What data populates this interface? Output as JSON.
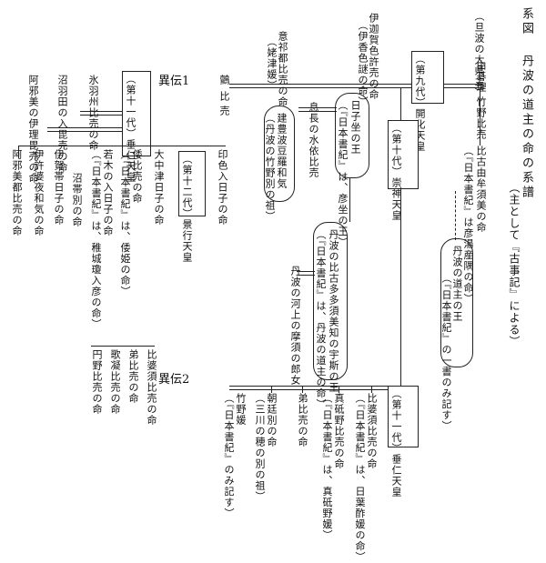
{
  "title": {
    "label": "系図",
    "main": "丹波の道主の命の系譜",
    "note": "（主として『古事記』による）"
  },
  "top_left": {
    "name": "（旦波の大県主）",
    "sub": "由碁理",
    "child": "竹野比売"
  },
  "right_col": [
    "比古由牟須美の命",
    "（『日本書紀』は彦湯産隅の命）",
    "丹波の道主の王",
    "（『日本書紀』の一書のみ記す）"
  ],
  "kaika": {
    "label": "（第九代）開化天皇"
  },
  "kaika_wives": [
    "伊迦賀色許売の命",
    "（伊香色謎の命）",
    "意祁都比売の命",
    "（姥津媛）"
  ],
  "row_labels": [
    "鸇",
    "比",
    "売"
  ],
  "hiko_imasu": [
    "日子坐の王",
    "（『日本書紀』は、彦坐の王）"
  ],
  "sujin": {
    "label": "（第十代）崇神天皇"
  },
  "okinaga": [
    "息長の水依比売"
  ],
  "takeuchi": [
    "建豊波豆羅和気",
    "（丹波の竹野別の祖）"
  ],
  "tanba_hiko": [
    "丹波の比古多多須美知の宇斯の王",
    "（『日本書紀』は、丹波の道主の命）"
  ],
  "kawakami": [
    "丹波の河上の摩須の郎女"
  ],
  "suinin": {
    "label": "（第十一代）垂仁天皇"
  },
  "bottom_children": [
    "竹野媛",
    "（『日本書紀』のみ記す）",
    "朝廷別の命",
    "（三川の穂の別の祖）",
    "弟比売の命",
    "真砥野比売の命",
    "（『日本書紀』は、真砥野媛）",
    "比婆須比売の命",
    "（『日本書紀』は、日葉酢媛の命）"
  ],
  "igi1": {
    "heading": "異伝1",
    "suinin": "（第十一代）垂仁天皇",
    "keiko": "（第十二代）景行天皇",
    "wives": [
      "氷羽州比売の命",
      "沼羽田の入毘売の命",
      "阿邪美の伊理毘売の命"
    ],
    "children": [
      "印色入日子の命",
      "大中津日子の命",
      "倭比売の命",
      "（『日本書紀』は、倭姫の命）",
      "若木の入日子の命",
      "（『日本書紀』は、稚城瓊入彦の命）",
      "沼帯別の命",
      "伊賀帯日子の命",
      "伊許婆夜和気の命",
      "阿邪美都比売の命"
    ]
  },
  "igi2": {
    "heading": "異伝2",
    "children": [
      "比婆須比売の命",
      "弟比売の命",
      "歌凝比売の命",
      "円野比売の命"
    ]
  }
}
